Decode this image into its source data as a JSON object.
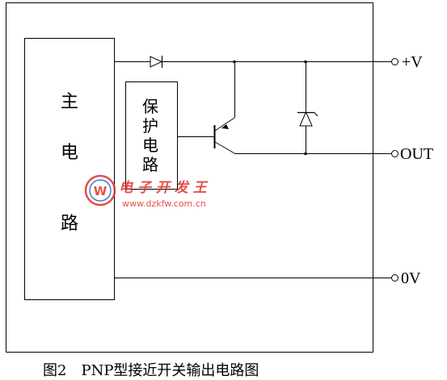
{
  "labels": {
    "main_circuit": [
      "主",
      "电",
      "路"
    ],
    "protection_circuit": [
      "保",
      "护",
      "电",
      "路"
    ],
    "terminal_plus": "+V",
    "terminal_out": "OUT",
    "terminal_zero": "0V"
  },
  "caption": "图2　PNP型接近开关输出电路图",
  "watermark": {
    "brand": "电 子 开 发 王",
    "url": "www.dzkfw.com.cn"
  },
  "colors": {
    "line": "#000000",
    "watermark_red": "#e0302a",
    "watermark_blue": "#1e64c8"
  }
}
